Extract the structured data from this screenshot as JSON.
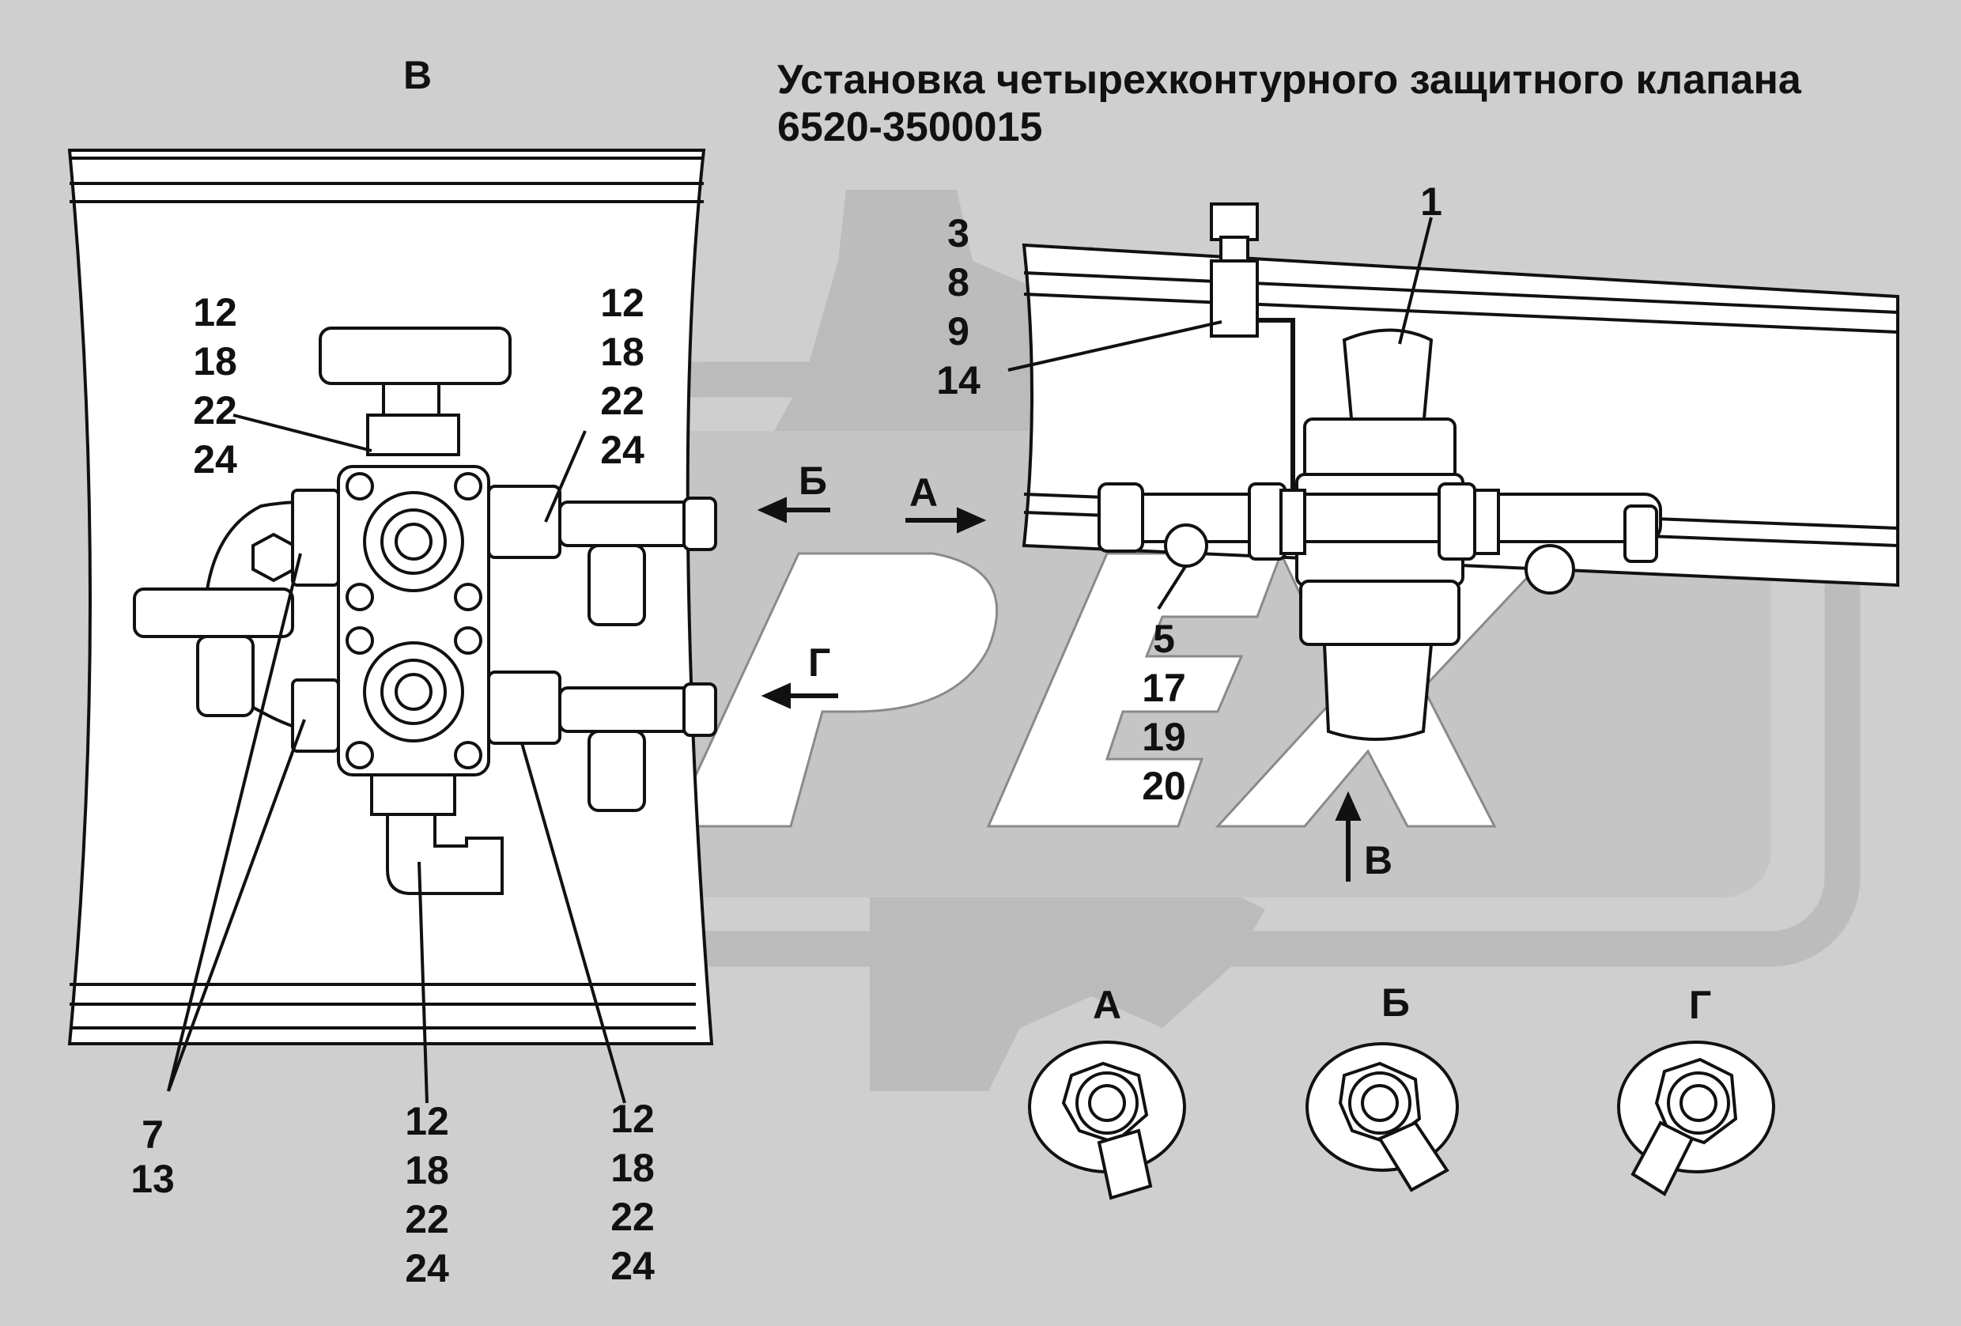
{
  "title": {
    "line1": "Установка четырехконтурного защитного клапана",
    "line2": "6520-3500015"
  },
  "view_label": "В",
  "left_view": {
    "callout_top_left": [
      "12",
      "18",
      "22",
      "24"
    ],
    "callout_top_right": [
      "12",
      "18",
      "22",
      "24"
    ],
    "callout_bottom_left": [
      "7",
      "13"
    ],
    "callout_bottom_mid": [
      "12",
      "18",
      "22",
      "24"
    ],
    "callout_bottom_right": [
      "12",
      "18",
      "22",
      "24"
    ]
  },
  "right_view": {
    "callout_fastener": [
      "3",
      "8",
      "9",
      "14"
    ],
    "callout_valve": "1",
    "callout_lower": [
      "5",
      "17",
      "19",
      "20"
    ],
    "arrow_b": "Б",
    "arrow_a": "А",
    "arrow_g": "Г",
    "arrow_v": "В"
  },
  "detail_views": [
    "А",
    "Б",
    "Г"
  ],
  "colors": {
    "background": "#cfcfcf",
    "drawing_fill": "#ffffff",
    "line": "#111111",
    "watermark": "#b9b9b9"
  }
}
